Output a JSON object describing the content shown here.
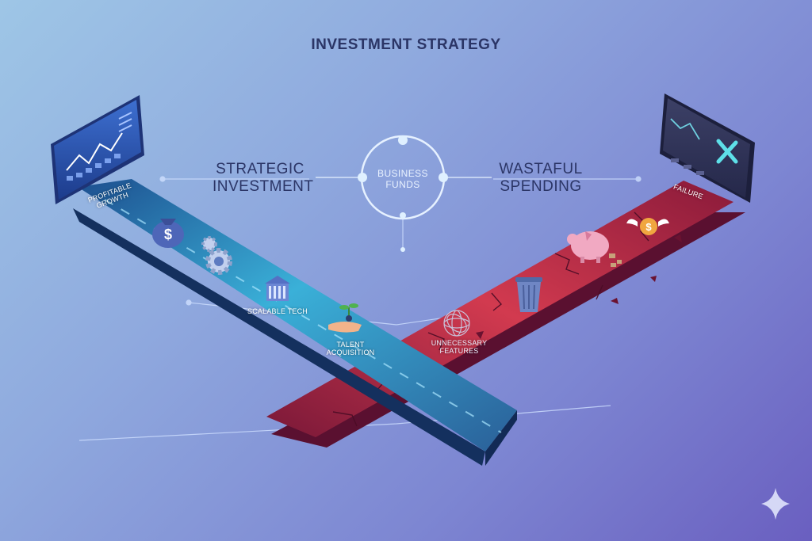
{
  "title": "INVESTMENT STRATEGY",
  "hub": {
    "line1": "BUSINESS",
    "line2": "FUNDS"
  },
  "left_path": {
    "heading_line1": "STRATEGIC",
    "heading_line2": "INVESTMENT",
    "road_start_line1": "PROFITABLE",
    "road_start_line2": "GROWTH",
    "items": [
      {
        "icon": "money-bag-icon"
      },
      {
        "icon": "gears-icon"
      },
      {
        "icon": "building-icon",
        "label_line1": "SCALABLE TECH"
      },
      {
        "icon": "plant-in-hand-icon",
        "label_line1": "TALENT",
        "label_line2": "ACQUISITION"
      }
    ]
  },
  "right_path": {
    "heading_line1": "WASTAFUL",
    "heading_line2": "SPENDING",
    "road_start_line1": "FAILURE",
    "items": [
      {
        "icon": "tangled-ball-icon",
        "label_line1": "UNNECESSARY",
        "label_line2": "FEATURES"
      },
      {
        "icon": "trash-can-icon"
      },
      {
        "icon": "broken-piggy-bank-icon"
      },
      {
        "icon": "flying-coin-icon"
      }
    ]
  },
  "colors": {
    "success_road": "#2f7fb8",
    "failure_road": "#b5283f",
    "title_text": "#2b3566",
    "hub_ring": "#e6f1ff"
  }
}
